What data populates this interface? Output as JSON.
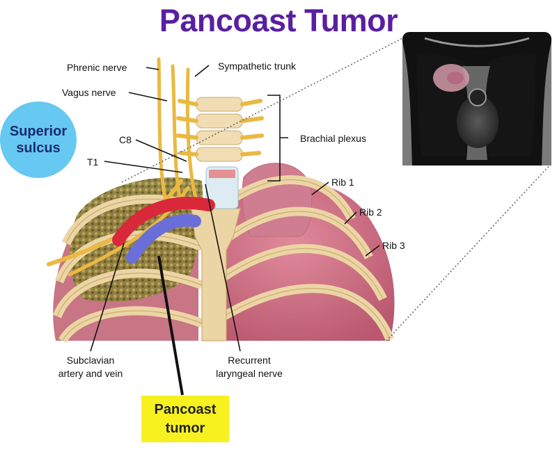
{
  "title": "Pancoast Tumor",
  "colors": {
    "title": "#5a1fa0",
    "sulcus_circle": "#67c8f2",
    "tumor_box": "#f7f120",
    "rib_bone": "#ecd5a4",
    "lung": "#c86e82",
    "artery": "#d9283a",
    "vein": "#6a6ed8",
    "nerve": "#e9b943",
    "tumor_tissue": "#8a7a34"
  },
  "callouts": {
    "superior_sulcus": [
      "Superior",
      "sulcus"
    ],
    "pancoast_tumor": [
      "Pancoast",
      "tumor"
    ]
  },
  "labels": {
    "phrenic_nerve": "Phrenic nerve",
    "vagus_nerve": "Vagus nerve",
    "sympathetic_trunk": "Sympathetic trunk",
    "c8": "C8",
    "t1": "T1",
    "brachial_plexus": "Brachial plexus",
    "rib1": "Rib 1",
    "rib2": "Rib 2",
    "rib3": "Rib 3",
    "subclavian": [
      "Subclavian",
      "artery and vein"
    ],
    "recurrent_laryngeal": [
      "Recurrent",
      "laryngeal nerve"
    ]
  }
}
